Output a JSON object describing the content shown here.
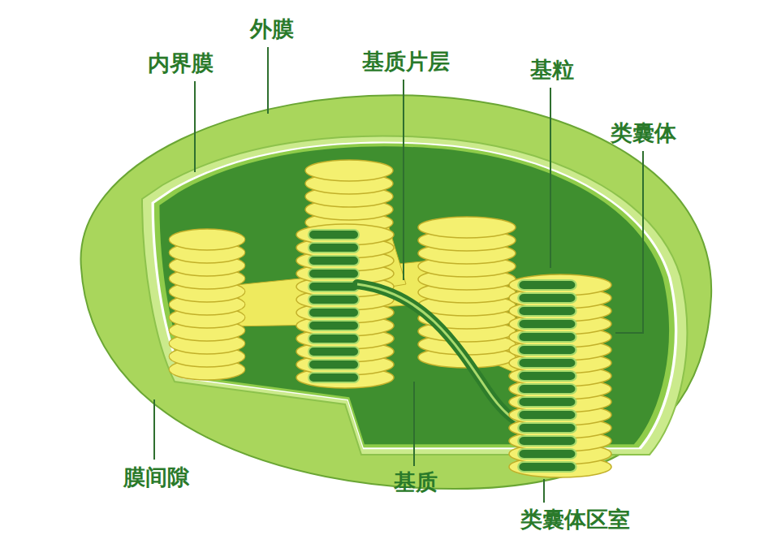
{
  "diagram": {
    "labels": [
      "外膜",
      "内界膜",
      "基质片层",
      "基粒",
      "类囊体",
      "膜间隙",
      "基质",
      "类囊体区室"
    ]
  }
}
